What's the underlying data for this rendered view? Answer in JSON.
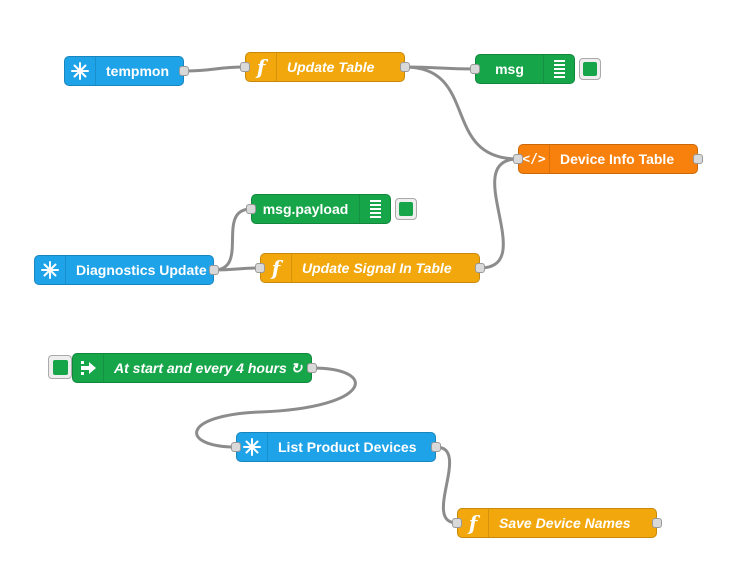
{
  "flow": {
    "nodes": {
      "tempmon": {
        "label": "tempmon",
        "type": "particle-subscribe",
        "icon": "sparkle-icon",
        "color": "#1fa3e8"
      },
      "update_table": {
        "label": "Update Table",
        "type": "function",
        "icon": "function-icon",
        "color": "#f2a80c"
      },
      "msg_debug": {
        "label": "msg",
        "type": "debug",
        "icon": "debug-lines-icon",
        "color": "#17a54a"
      },
      "device_info_table": {
        "label": "Device Info Table",
        "type": "template",
        "icon": "code-icon",
        "color": "#f8800c"
      },
      "msg_payload_debug": {
        "label": "msg.payload",
        "type": "debug",
        "icon": "debug-lines-icon",
        "color": "#17a54a"
      },
      "diagnostics_update": {
        "label": "Diagnostics Update",
        "type": "particle-subscribe",
        "icon": "sparkle-icon",
        "color": "#1fa3e8"
      },
      "update_signal": {
        "label": "Update Signal In Table",
        "type": "function",
        "icon": "function-icon",
        "color": "#f2a80c"
      },
      "inject_timer": {
        "label": "At start and every 4 hours ↻",
        "type": "inject",
        "icon": "inject-arrow-icon",
        "color": "#17a54a"
      },
      "list_devices": {
        "label": "List Product Devices",
        "type": "particle-api",
        "icon": "sparkle-icon",
        "color": "#1fa3e8"
      },
      "save_names": {
        "label": "Save Device Names",
        "type": "function",
        "icon": "function-icon",
        "color": "#f2a80c"
      }
    },
    "wires": [
      [
        "tempmon",
        "update_table"
      ],
      [
        "update_table",
        "msg_debug"
      ],
      [
        "update_table",
        "device_info_table"
      ],
      [
        "diagnostics_update",
        "msg_payload_debug"
      ],
      [
        "diagnostics_update",
        "update_signal"
      ],
      [
        "update_signal",
        "device_info_table"
      ],
      [
        "inject_timer",
        "list_devices"
      ],
      [
        "list_devices",
        "save_names"
      ]
    ],
    "wire_color": "#888888"
  }
}
